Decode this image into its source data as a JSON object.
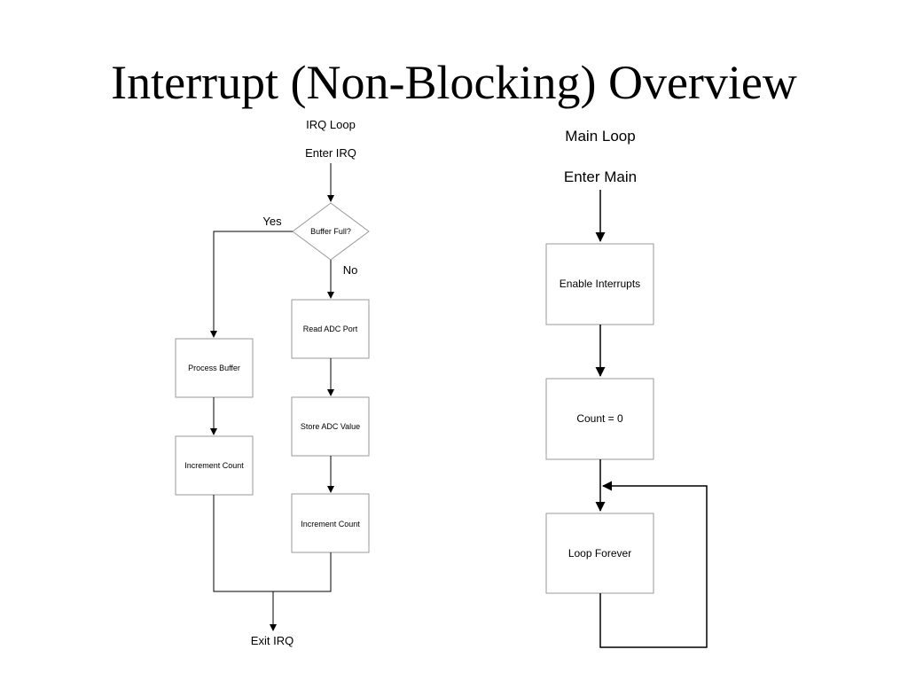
{
  "slide": {
    "title": "Interrupt (Non-Blocking) Overview"
  },
  "irq": {
    "heading": "IRQ Loop",
    "enter": "Enter IRQ",
    "decision": "Buffer Full?",
    "yes_label": "Yes",
    "no_label": "No",
    "read_adc": "Read ADC Port",
    "store_adc": "Store ADC Value",
    "increment_right": "Increment Count",
    "process_buffer": "Process Buffer",
    "increment_left": "Increment Count",
    "exit": "Exit IRQ"
  },
  "main": {
    "heading": "Main Loop",
    "enter": "Enter Main",
    "enable_interrupts": "Enable Interrupts",
    "count_zero": "Count = 0",
    "loop_forever": "Loop Forever"
  }
}
